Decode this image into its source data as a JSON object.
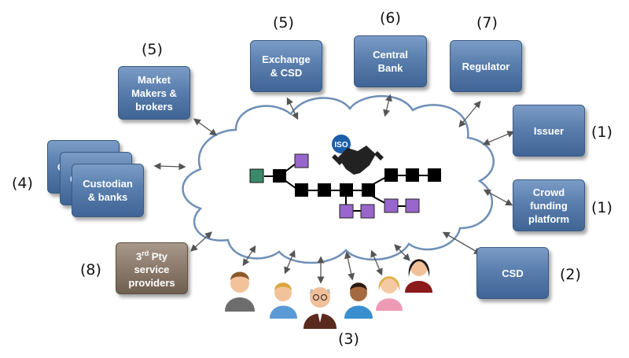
{
  "colors": {
    "box_blue": "#5a7fae",
    "box_brown": "#8c7b6c",
    "cloud_stroke": "#6f8fb7",
    "node_black": "#000000",
    "node_green": "#3a8a6a",
    "node_purple": "#9966cc",
    "arrow": "#555555"
  },
  "participants": {
    "market_makers": {
      "label": "Market\nMakers &\nbrokers",
      "number": "(5)"
    },
    "exchange_csd": {
      "label": "Exchange\n& CSD",
      "number": "(5)"
    },
    "central_bank": {
      "label": "Central\nBank",
      "number": "(6)"
    },
    "regulator": {
      "label": "Regulator",
      "number": "(7)"
    },
    "issuer": {
      "label": "Issuer",
      "number": "(1)"
    },
    "crowd_funding": {
      "label": "Crowd\nfunding\nplatform",
      "number": "(1)"
    },
    "csd": {
      "label": "CSD",
      "number": "(2)"
    },
    "service_providers": {
      "label_sup_base": "3",
      "label_sup": "rd",
      "label_rest": " Pty\nservice\nproviders",
      "number": "(8)"
    },
    "custodian": {
      "label": "Custodian\n& banks",
      "number": "(4)",
      "partial_1": "C",
      "partial_2": "C"
    },
    "investors": {
      "number": "(3)"
    }
  },
  "iso_logo": {
    "text": "ISO"
  },
  "icons": [
    "handshake-icon",
    "person-icon"
  ]
}
